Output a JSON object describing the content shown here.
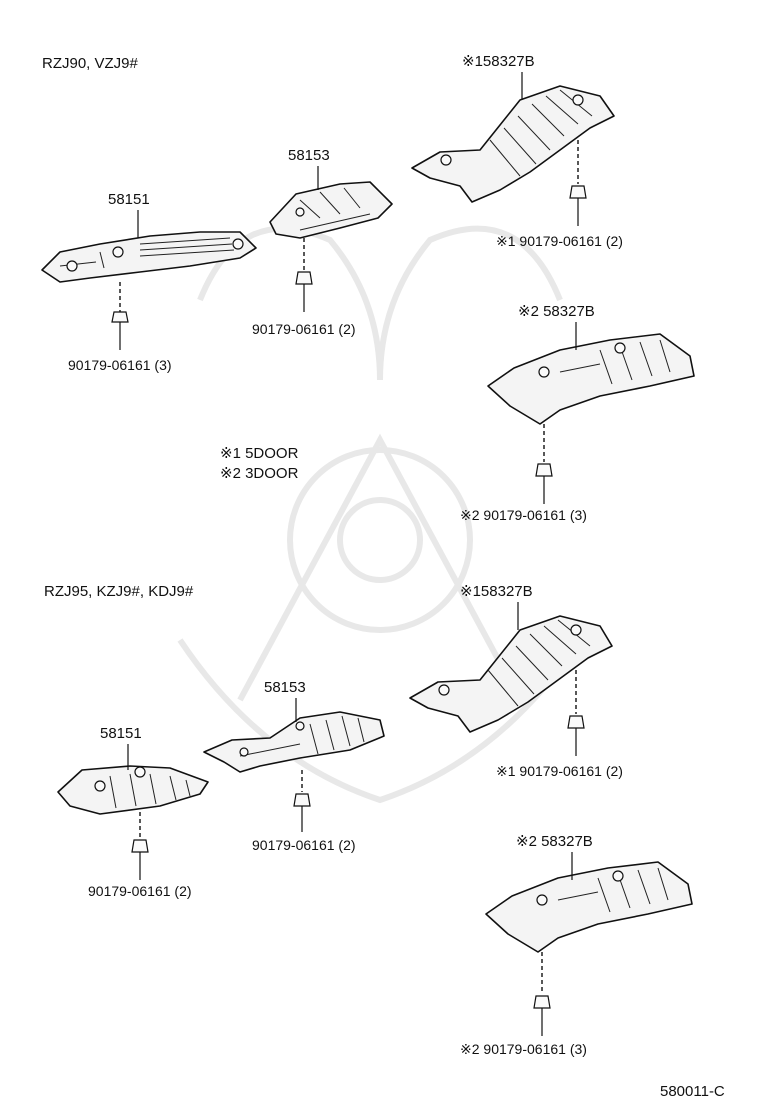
{
  "sections": [
    {
      "model_label": "RZJ90, VZJ9#",
      "parts": {
        "p58151": "58151",
        "p58151_bolt": "90179-06161 (3)",
        "p58153": "58153",
        "p58153_bolt": "90179-06161 (2)",
        "p58327_a": "※158327B",
        "p58327_a_bolt": "※1 90179-06161 (2)",
        "p58327_b": "※2 58327B",
        "p58327_b_bolt": "※2 90179-06161 (3)"
      }
    },
    {
      "model_label": "RZJ95, KZJ9#, KDJ9#",
      "parts": {
        "p58151": "58151",
        "p58151_bolt": "90179-06161 (2)",
        "p58153": "58153",
        "p58153_bolt": "90179-06161 (2)",
        "p58327_a": "※158327B",
        "p58327_a_bolt": "※1 90179-06161 (2)",
        "p58327_b": "※2 58327B",
        "p58327_b_bolt": "※2 90179-06161 (3)"
      }
    }
  ],
  "legend": {
    "note1": "※1  5DOOR",
    "note2": "※2  3DOOR"
  },
  "diagram_code": "580011-C"
}
